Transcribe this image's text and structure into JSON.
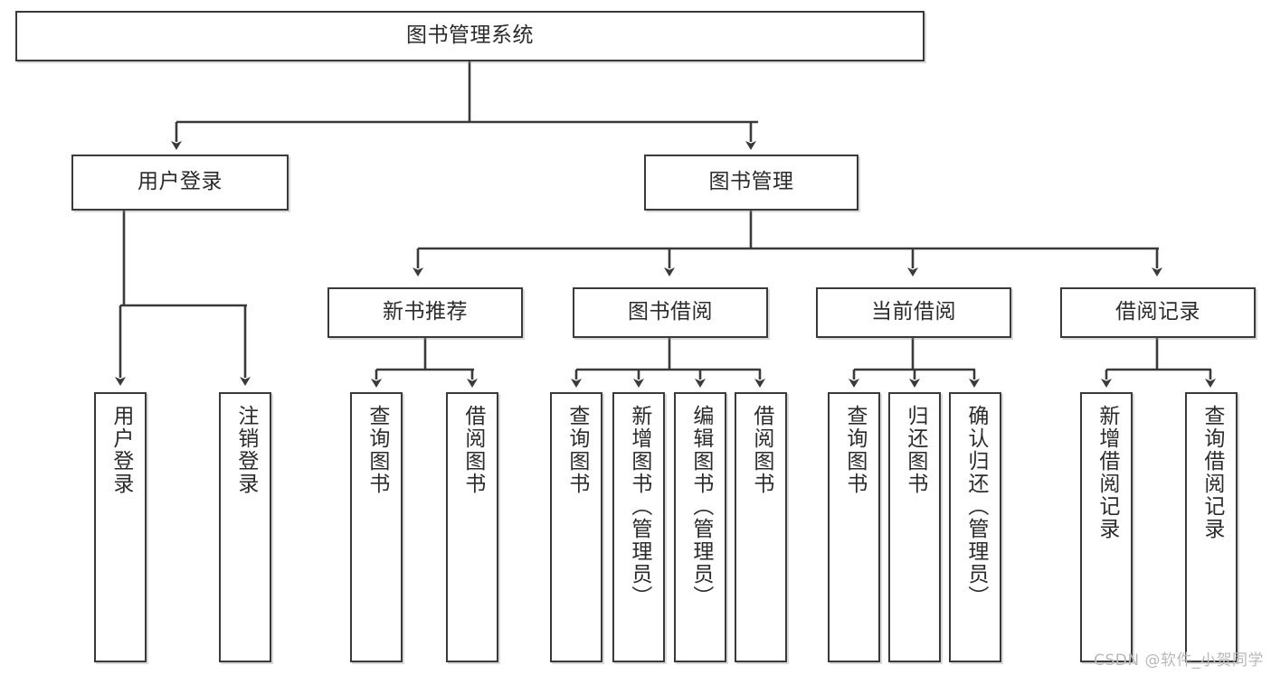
{
  "diagram": {
    "title": "图书管理系统",
    "type": "tree-hierarchy-chart",
    "watermark": "CSDN @软件_小贺同学",
    "colors": {
      "box_border": "#3a3a3a",
      "box_fill": "#ffffff",
      "text": "#2b2b2b",
      "connector": "#3a3a3a",
      "watermark": "#b9b9b9",
      "background": "#ffffff"
    },
    "root": {
      "label": "图书管理系统"
    },
    "level2": [
      {
        "label": "用户登录"
      },
      {
        "label": "图书管理"
      }
    ],
    "level3": [
      {
        "label": "新书推荐"
      },
      {
        "label": "图书借阅"
      },
      {
        "label": "当前借阅"
      },
      {
        "label": "借阅记录"
      }
    ],
    "leaves": {
      "user_login": [
        {
          "label": "用户登录"
        },
        {
          "label": "注销登录"
        }
      ],
      "new_book": [
        {
          "label": "查询图书"
        },
        {
          "label": "借阅图书"
        }
      ],
      "book_borrow": [
        {
          "label": "查询图书"
        },
        {
          "label": "新增图书（管理员）"
        },
        {
          "label": "编辑图书（管理员）"
        },
        {
          "label": "借阅图书"
        }
      ],
      "current_borrow": [
        {
          "label": "查询图书"
        },
        {
          "label": "归还图书"
        },
        {
          "label": "确认归还（管理员）"
        }
      ],
      "borrow_record": [
        {
          "label": "新增借阅记录"
        },
        {
          "label": "查询借阅记录"
        }
      ]
    }
  }
}
